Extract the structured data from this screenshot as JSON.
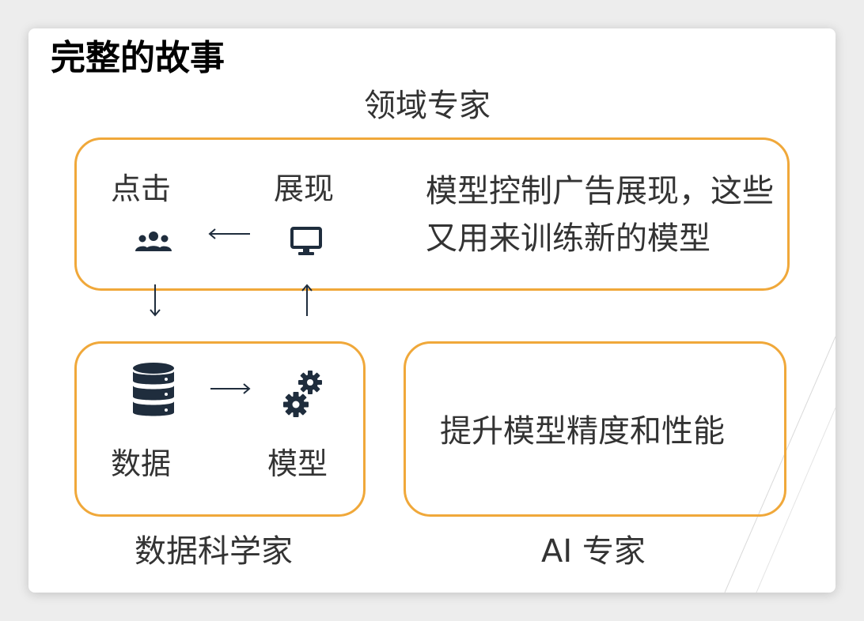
{
  "slide_title": "完整的故事",
  "domain_expert_label": "领域专家",
  "top_box": {
    "click_label": "点击",
    "display_label": "展现",
    "description": "模型控制广告展现，这些又用来训练新的模型"
  },
  "ds_box": {
    "data_label": "数据",
    "model_label": "模型"
  },
  "ai_box": {
    "text": "提升模型精度和性能"
  },
  "data_scientist_label": "数据科学家",
  "ai_expert_label": "AI 专家",
  "icons": {
    "click": "users-icon",
    "display": "monitor-icon",
    "data": "database-icon",
    "model": "gears-icon"
  },
  "colors": {
    "box_border": "#f0a83a",
    "icon": "#1f2d3d",
    "text": "#333333"
  }
}
